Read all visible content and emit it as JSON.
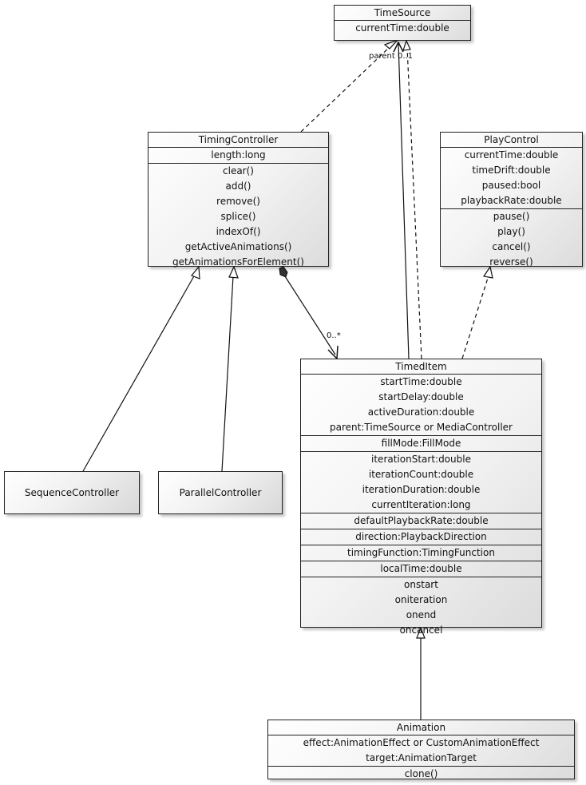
{
  "time_source": {
    "name": "TimeSource",
    "attributes": [
      "currentTime:double"
    ]
  },
  "timing_controller": {
    "name": "TimingController",
    "attributes": [
      "length:long"
    ],
    "methods": [
      "clear()",
      "add()",
      "remove()",
      "splice()",
      "indexOf()",
      "getActiveAnimations()",
      "getAnimationsForElement()"
    ]
  },
  "play_control": {
    "name": "PlayControl",
    "attributes": [
      "currentTime:double",
      "timeDrift:double",
      "paused:bool",
      "playbackRate:double"
    ],
    "methods": [
      "pause()",
      "play()",
      "cancel()",
      "reverse()"
    ]
  },
  "timed_item": {
    "name": "TimedItem",
    "g1": [
      "startTime:double",
      "startDelay:double",
      "activeDuration:double",
      "parent:TimeSource or MediaController"
    ],
    "g2": [
      "fillMode:FillMode"
    ],
    "g3": [
      "iterationStart:double",
      "iterationCount:double",
      "iterationDuration:double",
      "currentIteration:long"
    ],
    "g4": [
      "defaultPlaybackRate:double"
    ],
    "g5": [
      "direction:PlaybackDirection"
    ],
    "g6": [
      "timingFunction:TimingFunction"
    ],
    "g7": [
      "localTime:double"
    ],
    "g8": [
      "onstart",
      "oniteration",
      "onend",
      "oncancel"
    ]
  },
  "sequence_controller": {
    "name": "SequenceController"
  },
  "parallel_controller": {
    "name": "ParallelController"
  },
  "animation": {
    "name": "Animation",
    "attributes": [
      "effect:AnimationEffect or CustomAnimationEffect",
      "target:AnimationTarget"
    ],
    "methods": [
      "clone()"
    ]
  },
  "labels": {
    "parent_mult": "parent 0..1",
    "children_mult": "0..*"
  }
}
